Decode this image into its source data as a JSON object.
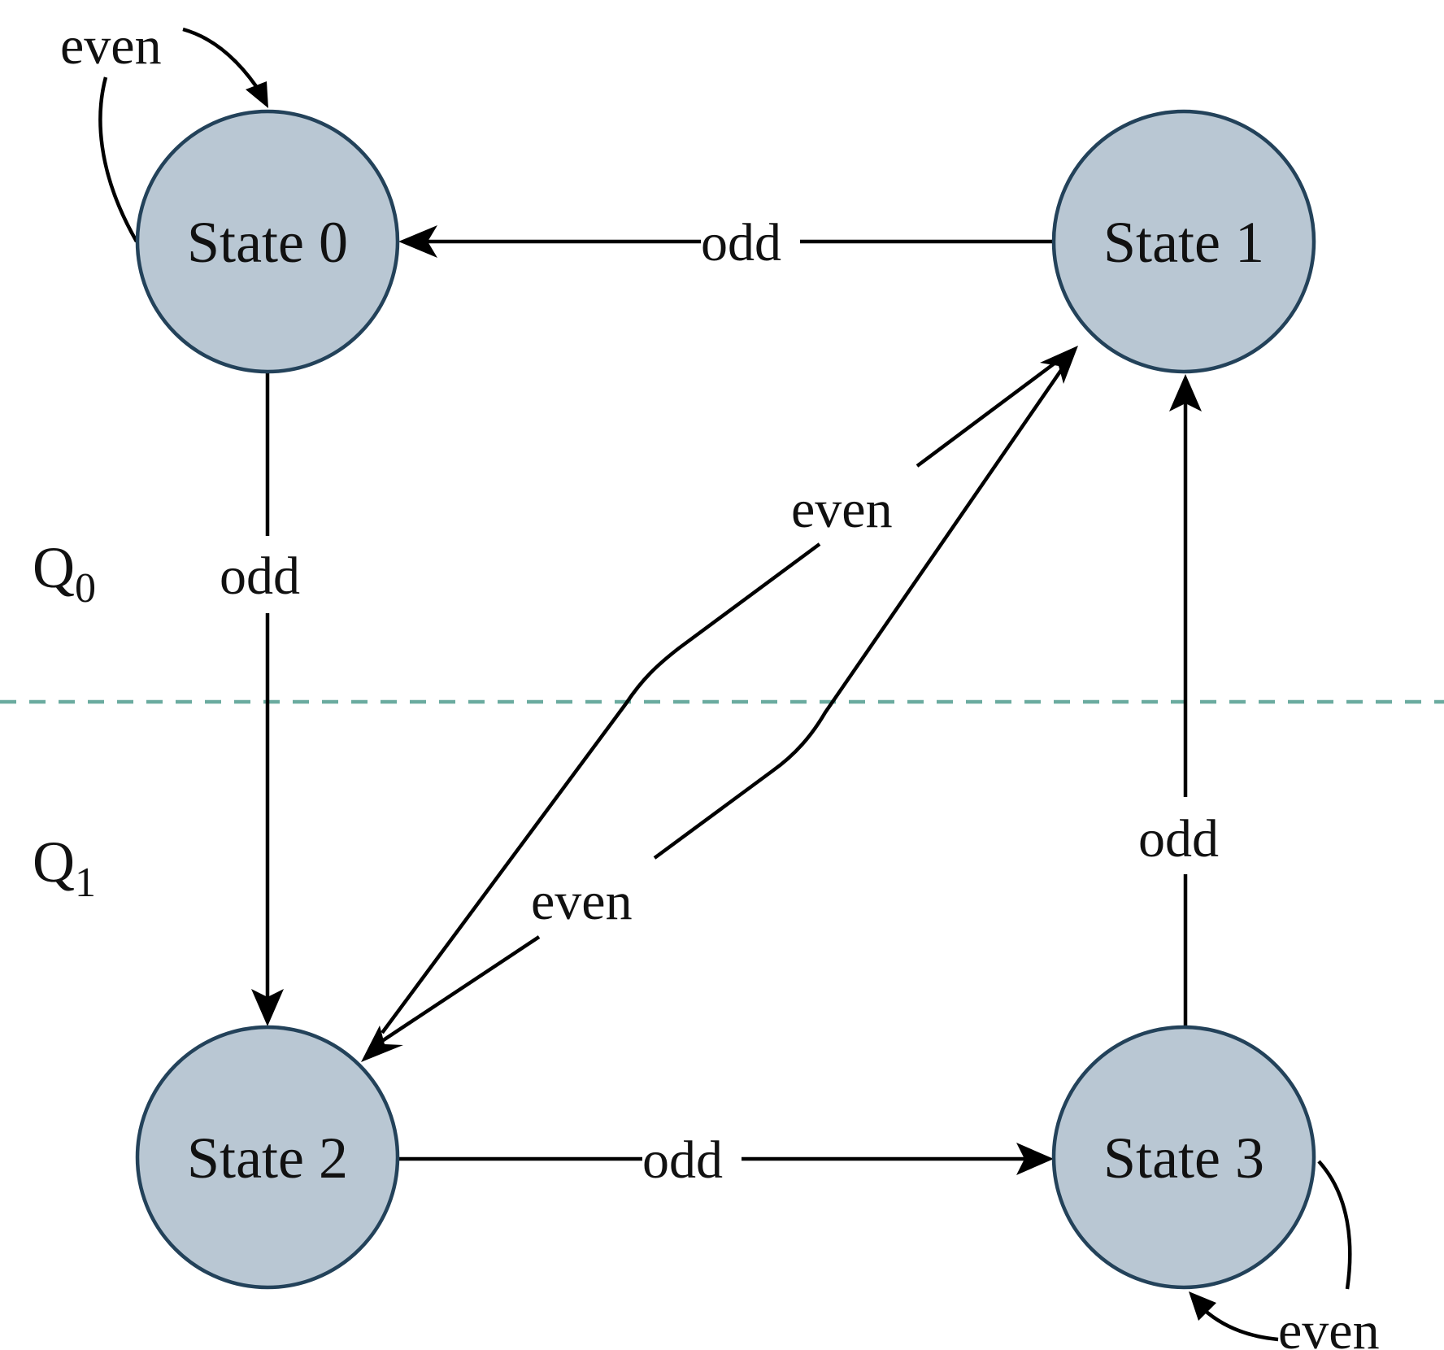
{
  "diagram": {
    "states": [
      {
        "id": "s0",
        "label": "State 0"
      },
      {
        "id": "s1",
        "label": "State 1"
      },
      {
        "id": "s2",
        "label": "State 2"
      },
      {
        "id": "s3",
        "label": "State 3"
      }
    ],
    "transitions": [
      {
        "from": "State 0",
        "to": "State 0",
        "label": "even"
      },
      {
        "from": "State 1",
        "to": "State 0",
        "label": "odd"
      },
      {
        "from": "State 0",
        "to": "State 2",
        "label": "odd"
      },
      {
        "from": "State 2",
        "to": "State 1",
        "label": "even"
      },
      {
        "from": "State 1",
        "to": "State 2",
        "label": "even"
      },
      {
        "from": "State 3",
        "to": "State 1",
        "label": "odd"
      },
      {
        "from": "State 2",
        "to": "State 3",
        "label": "odd"
      },
      {
        "from": "State 3",
        "to": "State 3",
        "label": "even"
      }
    ],
    "regions": [
      {
        "base": "Q",
        "sub": "0"
      },
      {
        "base": "Q",
        "sub": "1"
      }
    ],
    "colors": {
      "state_fill": "#b9c7d3",
      "state_stroke": "#23425a",
      "divider": "#6aab9f",
      "edge": "#000000"
    }
  }
}
